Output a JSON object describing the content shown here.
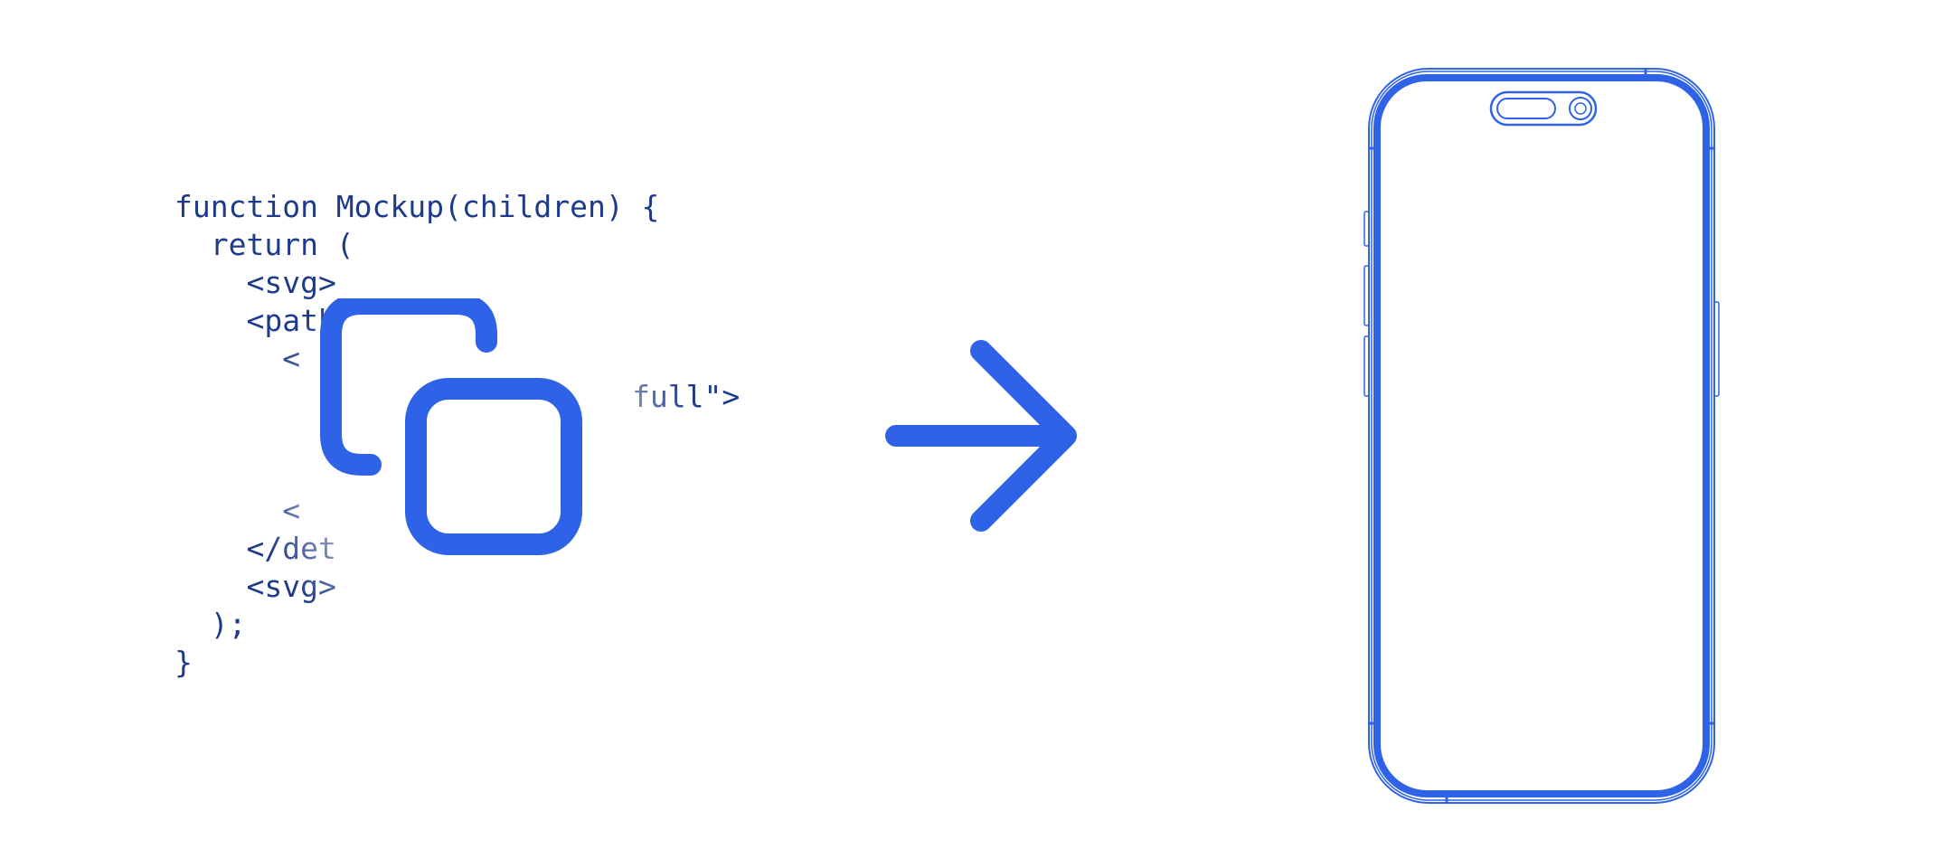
{
  "code": {
    "lines": [
      {
        "id": "l1",
        "text": "function Mockup(children) {"
      },
      {
        "id": "l2",
        "text": "  return ("
      },
      {
        "id": "l3",
        "text": "    <svg>"
      },
      {
        "id": "l4",
        "text": "    <path"
      },
      {
        "id": "l5",
        "text": "      <"
      },
      {
        "id": "l6",
        "text": "full\">"
      },
      {
        "id": "l7",
        "text": "      <"
      },
      {
        "id": "l8",
        "text": "    </det"
      },
      {
        "id": "l9",
        "text": "    <svg>"
      },
      {
        "id": "l10",
        "text": "  );"
      },
      {
        "id": "l11",
        "text": "}"
      }
    ]
  },
  "icons": {
    "copy": "copy-icon",
    "arrow": "arrow-right-icon",
    "phone": "phone-mockup-icon"
  },
  "colors": {
    "accent": "#2f63e7",
    "code_text": "#1e3a8a",
    "background": "#ffffff"
  }
}
